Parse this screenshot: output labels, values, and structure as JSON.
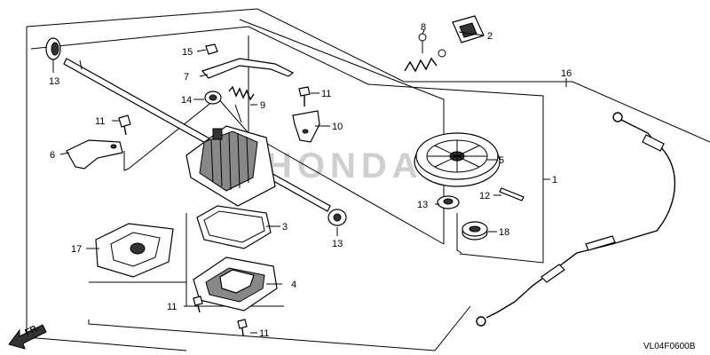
{
  "diagram": {
    "code": "VL04F0600B",
    "watermark": "HONDA",
    "front_label": "FR.",
    "callouts": [
      {
        "id": "c1",
        "label": "1"
      },
      {
        "id": "c2",
        "label": "2"
      },
      {
        "id": "c3",
        "label": "3"
      },
      {
        "id": "c4",
        "label": "4"
      },
      {
        "id": "c5",
        "label": "5"
      },
      {
        "id": "c6",
        "label": "6"
      },
      {
        "id": "c7",
        "label": "7"
      },
      {
        "id": "c8",
        "label": "8"
      },
      {
        "id": "c9",
        "label": "9"
      },
      {
        "id": "c10",
        "label": "10"
      },
      {
        "id": "c11a",
        "label": "11"
      },
      {
        "id": "c11b",
        "label": "11"
      },
      {
        "id": "c11c",
        "label": "11"
      },
      {
        "id": "c11d",
        "label": "11"
      },
      {
        "id": "c12",
        "label": "12"
      },
      {
        "id": "c13a",
        "label": "13"
      },
      {
        "id": "c13b",
        "label": "13"
      },
      {
        "id": "c13c",
        "label": "13"
      },
      {
        "id": "c14",
        "label": "14"
      },
      {
        "id": "c15",
        "label": "15"
      },
      {
        "id": "c16",
        "label": "16"
      },
      {
        "id": "c17",
        "label": "17"
      },
      {
        "id": "c18",
        "label": "18"
      }
    ]
  }
}
